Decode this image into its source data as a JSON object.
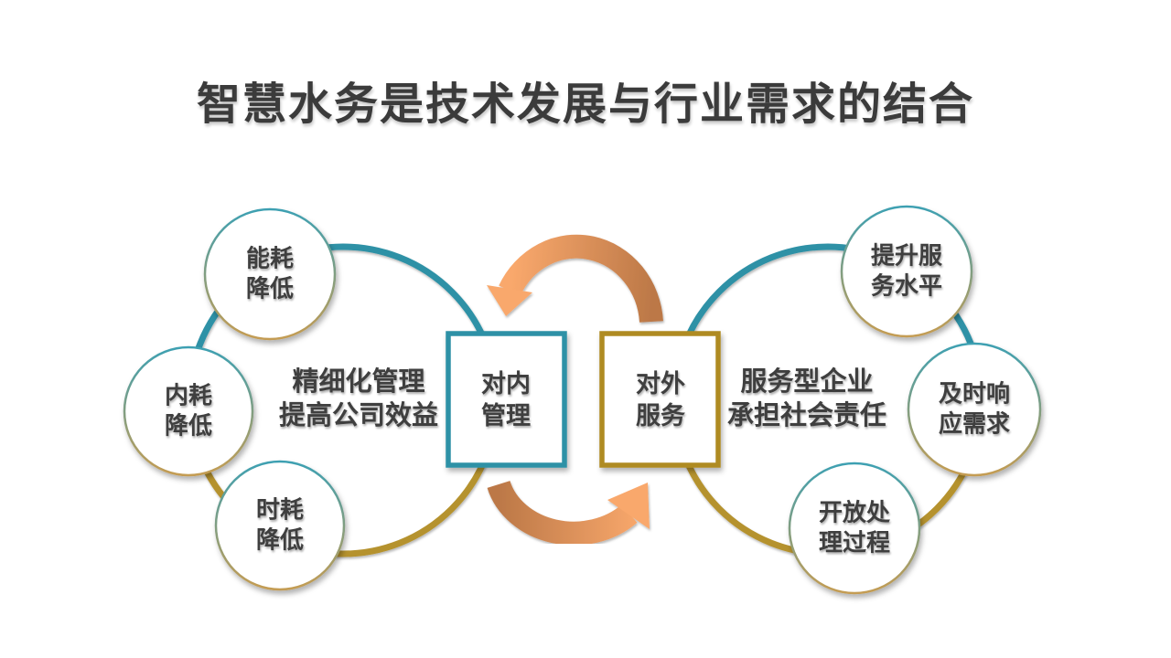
{
  "title": "智慧水务是技术发展与行业需求的结合",
  "colors": {
    "teal": "#2E91A6",
    "gold": "#AF8B22",
    "ring_gold": "#B5922D",
    "orange_light": "#F9A86C",
    "orange_dark": "#BC7847",
    "text_dark": "#3F3F3F",
    "circle_stroke_top": "#3DA0B2",
    "circle_stroke_bottom": "#C49C52"
  },
  "left_cycle": {
    "box_label": "对内\n管理",
    "description": "精细化管理\n提高公司效益",
    "nodes": [
      {
        "label": "能耗\n降低"
      },
      {
        "label": "内耗\n降低"
      },
      {
        "label": "时耗\n降低"
      }
    ]
  },
  "right_cycle": {
    "box_label": "对外\n服务",
    "description": "服务型企业\n承担社会责任",
    "nodes": [
      {
        "label": "提升服\n务水平"
      },
      {
        "label": "及时响\n应需求"
      },
      {
        "label": "开放处\n理过程"
      }
    ]
  }
}
